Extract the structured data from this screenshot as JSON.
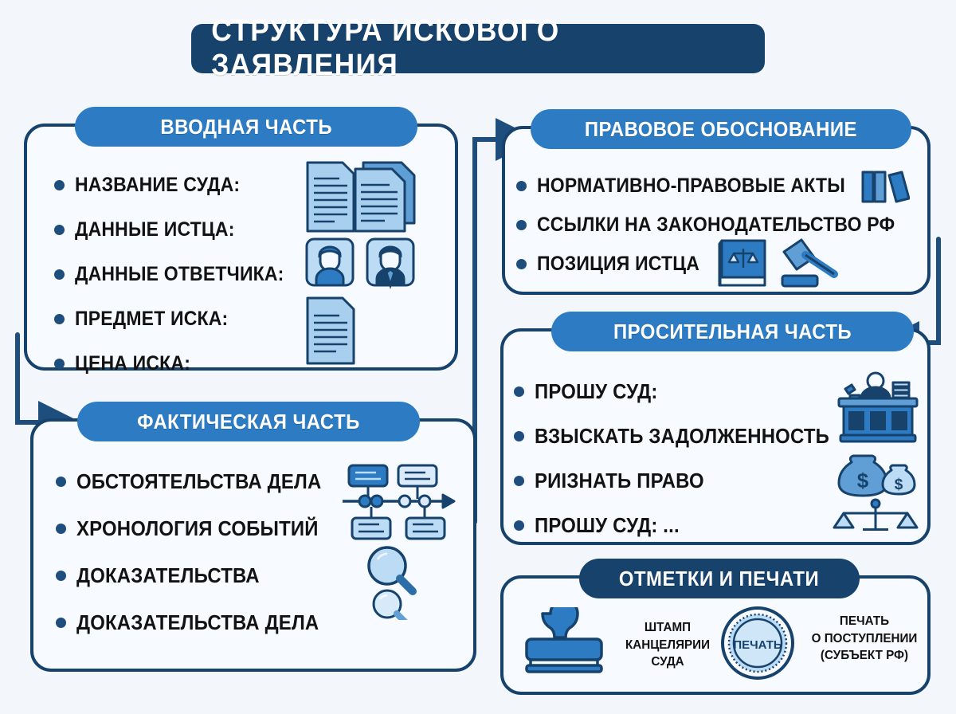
{
  "title": "СТРУКТУРА ИСКОВОГО ЗАЯВЛЕНИЯ",
  "colors": {
    "background": "#f3f7fc",
    "navy": "#17426c",
    "blue": "#2d7cc3",
    "light_blue": "#a9cfee",
    "card_fill": "#f7fafe",
    "text": "#121212"
  },
  "sections": {
    "intro": {
      "header": "ВВОДНАЯ ЧАСТЬ",
      "items": [
        "НАЗВАНИЕ СУДА:",
        "ДАННЫЕ ИСТЦА:",
        "ДАННЫЕ ОТВЕТЧИКА:",
        "ПРЕДМЕТ ИСКА:",
        "ЦЕНА ИСКА:"
      ],
      "icons": [
        "documents-icon",
        "plaintiff-avatar-icon",
        "defendant-avatar-icon",
        "document-icon"
      ]
    },
    "facts": {
      "header": "ФАКТИЧЕСКАЯ ЧАСТЬ",
      "items": [
        "ОБСТОЯТЕЛЬСТВА ДЕЛА",
        "ХРОНОЛОГИЯ СОБЫТИЙ",
        "ДОКАЗАТЕЛЬСТВА",
        "ДОКАЗАТЕЛЬСТВА ДЕЛА"
      ],
      "icons": [
        "flowchart-icon",
        "magnifier-large-icon",
        "magnifier-small-icon"
      ]
    },
    "legal": {
      "header": "ПРАВОВОЕ ОБОСНОВАНИЕ",
      "items": [
        "НОРМАТИВНО-ПРАВОВЫЕ АКТЫ",
        "ССЫЛКИ НА ЗАКОНОДАТЕЛЬСТВО РФ",
        "ПОЗИЦИЯ ИСТЦА"
      ],
      "icons": [
        "law-books-icon",
        "law-book-scales-icon",
        "gavel-icon"
      ]
    },
    "plea": {
      "header": "ПРОСИТЕЛЬНАЯ ЧАСТЬ",
      "items": [
        "ПРОШУ СУД:",
        "ВЗЫСКАТЬ ЗАДОЛЖЕННОСТЬ",
        "РИІЗНАТЬ ПРАВО",
        "ПРОШУ СУД: ..."
      ],
      "icons": [
        "judge-bench-icon",
        "money-bags-icon",
        "scales-icon"
      ]
    },
    "marks": {
      "header": "ОТМЕТКИ И ПЕЧАТИ",
      "stamp_caption": [
        "ШТАМП",
        "КАНЦЕЛЯРИИ",
        "СУДА"
      ],
      "seal_label": "ПЕЧАТЬ",
      "seal_caption": [
        "ПЕЧАТЬ",
        "О ПОСТУПЛЕНИИ",
        "(СУБЪЕКТ РФ)"
      ],
      "icons": [
        "rubber-stamp-icon",
        "round-seal-icon"
      ]
    }
  }
}
